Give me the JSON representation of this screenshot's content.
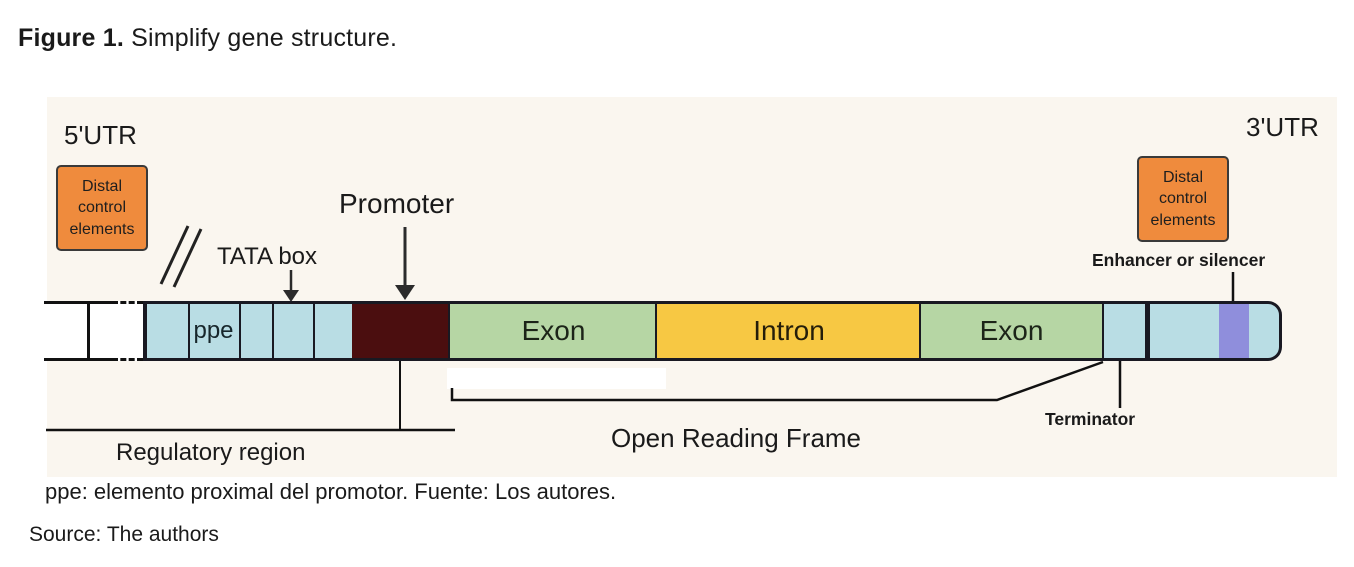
{
  "figure": {
    "label": "Figure 1.",
    "caption": " Simplify gene structure."
  },
  "diagram": {
    "utr5": "5'UTR",
    "utr3": "3'UTR",
    "distal": "Distal control elements",
    "tata": "TATA box",
    "promoter": "Promoter",
    "enhancer": "Enhancer or silencer",
    "terminator": "Terminator",
    "regulatory": "Regulatory region",
    "orf": "Open Reading Frame",
    "segments": {
      "ppe": "ppe",
      "exon1": "Exon",
      "intron": "Intron",
      "exon2": "Exon"
    }
  },
  "footnotes": {
    "ppe_note": "ppe: elemento proximal del promotor. Fuente: Los autores.",
    "source": "Source: The authors"
  },
  "colors": {
    "panel_background": "#faf6ef",
    "bar_blue": "#b9dde4",
    "promoter_maroon": "#4b0e0f",
    "exon_green": "#b6d6a4",
    "intron_yellow": "#f7c843",
    "enhancer_purple": "#8f8edc",
    "distal_orange": "#ef8b3d",
    "outline": "#191922"
  }
}
